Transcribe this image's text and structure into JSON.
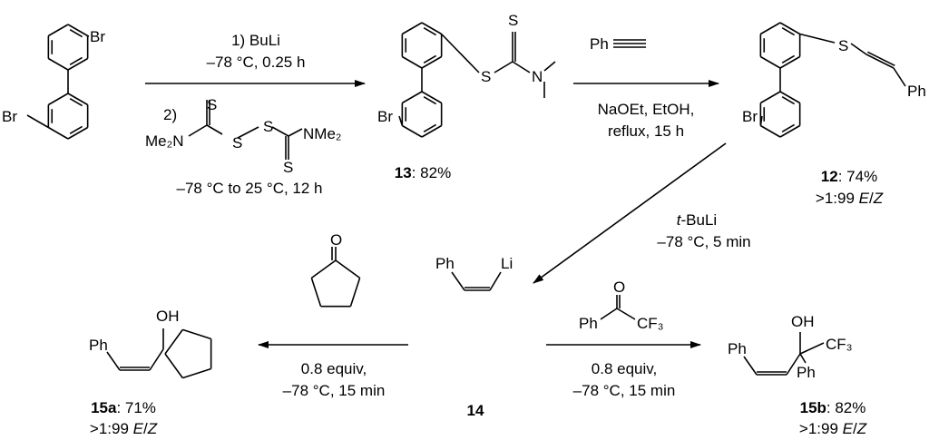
{
  "start_material": {
    "br_top": "Br",
    "br_bottom": "Br"
  },
  "step1": {
    "line1": "1) BuLi",
    "line2": "–78 °C, 0.25 h",
    "num2": "2)",
    "reagent_left": "Me₂N",
    "reagent_right": "NMe₂",
    "s_labels": [
      "S",
      "S",
      "S",
      "S"
    ],
    "line3": "–78 °C to 25 °C, 12 h"
  },
  "compound13": {
    "s1": "S",
    "s2": "S",
    "n": "N",
    "br": "Br",
    "id": "13",
    "yield": ": 82%"
  },
  "step2": {
    "alkyne": "Ph",
    "line1": "NaOEt, EtOH,",
    "line2": "reflux, 15 h"
  },
  "compound12": {
    "s": "S",
    "ph": "Ph",
    "br": "Br",
    "id": "12",
    "yield": ": 74%",
    "ratio_prefix": ">1:99 ",
    "ratio_e": "E",
    "ratio_sep": "/",
    "ratio_z": "Z"
  },
  "step3": {
    "reagent_prefix": "t",
    "reagent": "-BuLi",
    "conditions": "–78 °C, 5 min"
  },
  "compound14": {
    "ph": "Ph",
    "li": "Li",
    "id": "14"
  },
  "step4": {
    "ketone_o": "O",
    "line1": "0.8 equiv,",
    "line2": "–78 °C, 15 min"
  },
  "compound15a": {
    "ph": "Ph",
    "oh": "OH",
    "id": "15a",
    "yield": ": 71%",
    "ratio_prefix": ">1:99 ",
    "ratio_e": "E",
    "ratio_sep": "/",
    "ratio_z": "Z"
  },
  "step5": {
    "ph": "Ph",
    "o": "O",
    "cf3": "CF₃",
    "line1": "0.8 equiv,",
    "line2": "–78 °C, 15 min"
  },
  "compound15b": {
    "ph1": "Ph",
    "ph2": "Ph",
    "oh": "OH",
    "cf3": "CF₃",
    "id": "15b",
    "yield": ": 82%",
    "ratio_prefix": ">1:99 ",
    "ratio_e": "E",
    "ratio_sep": "/",
    "ratio_z": "Z"
  }
}
